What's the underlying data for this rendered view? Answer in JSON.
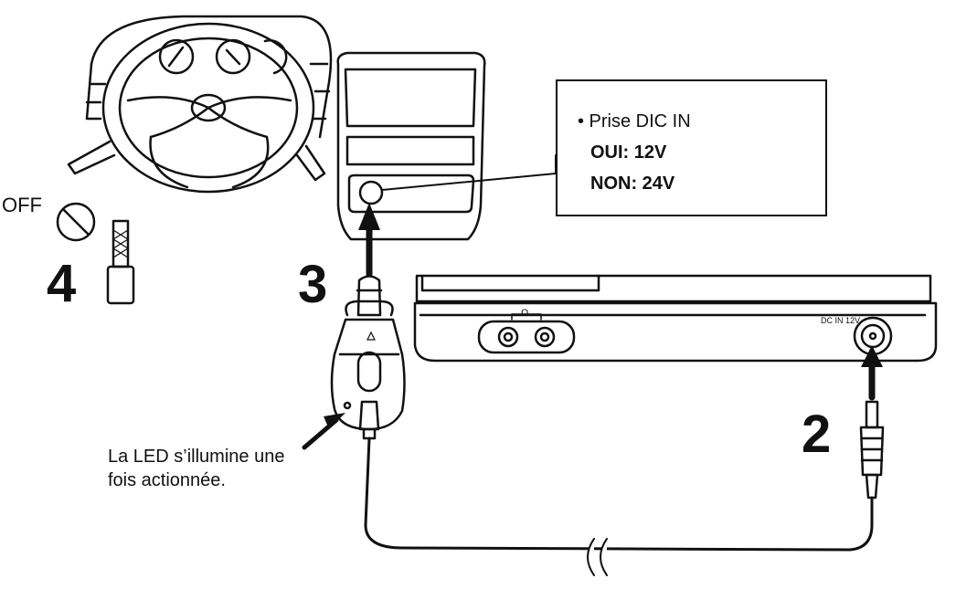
{
  "callout": {
    "bullet": "• Prise DIC IN",
    "line1": "OUI: 12V",
    "line2": "NON: 24V"
  },
  "steps": {
    "step2": "2",
    "step3": "3",
    "step4": "4"
  },
  "ignition": {
    "off_label": "OFF"
  },
  "led_caption": {
    "line1": "La LED s’illumine une",
    "line2": "fois actionnée."
  },
  "player": {
    "dc_label": "DC IN 12V",
    "headphone_label": "Ω"
  }
}
